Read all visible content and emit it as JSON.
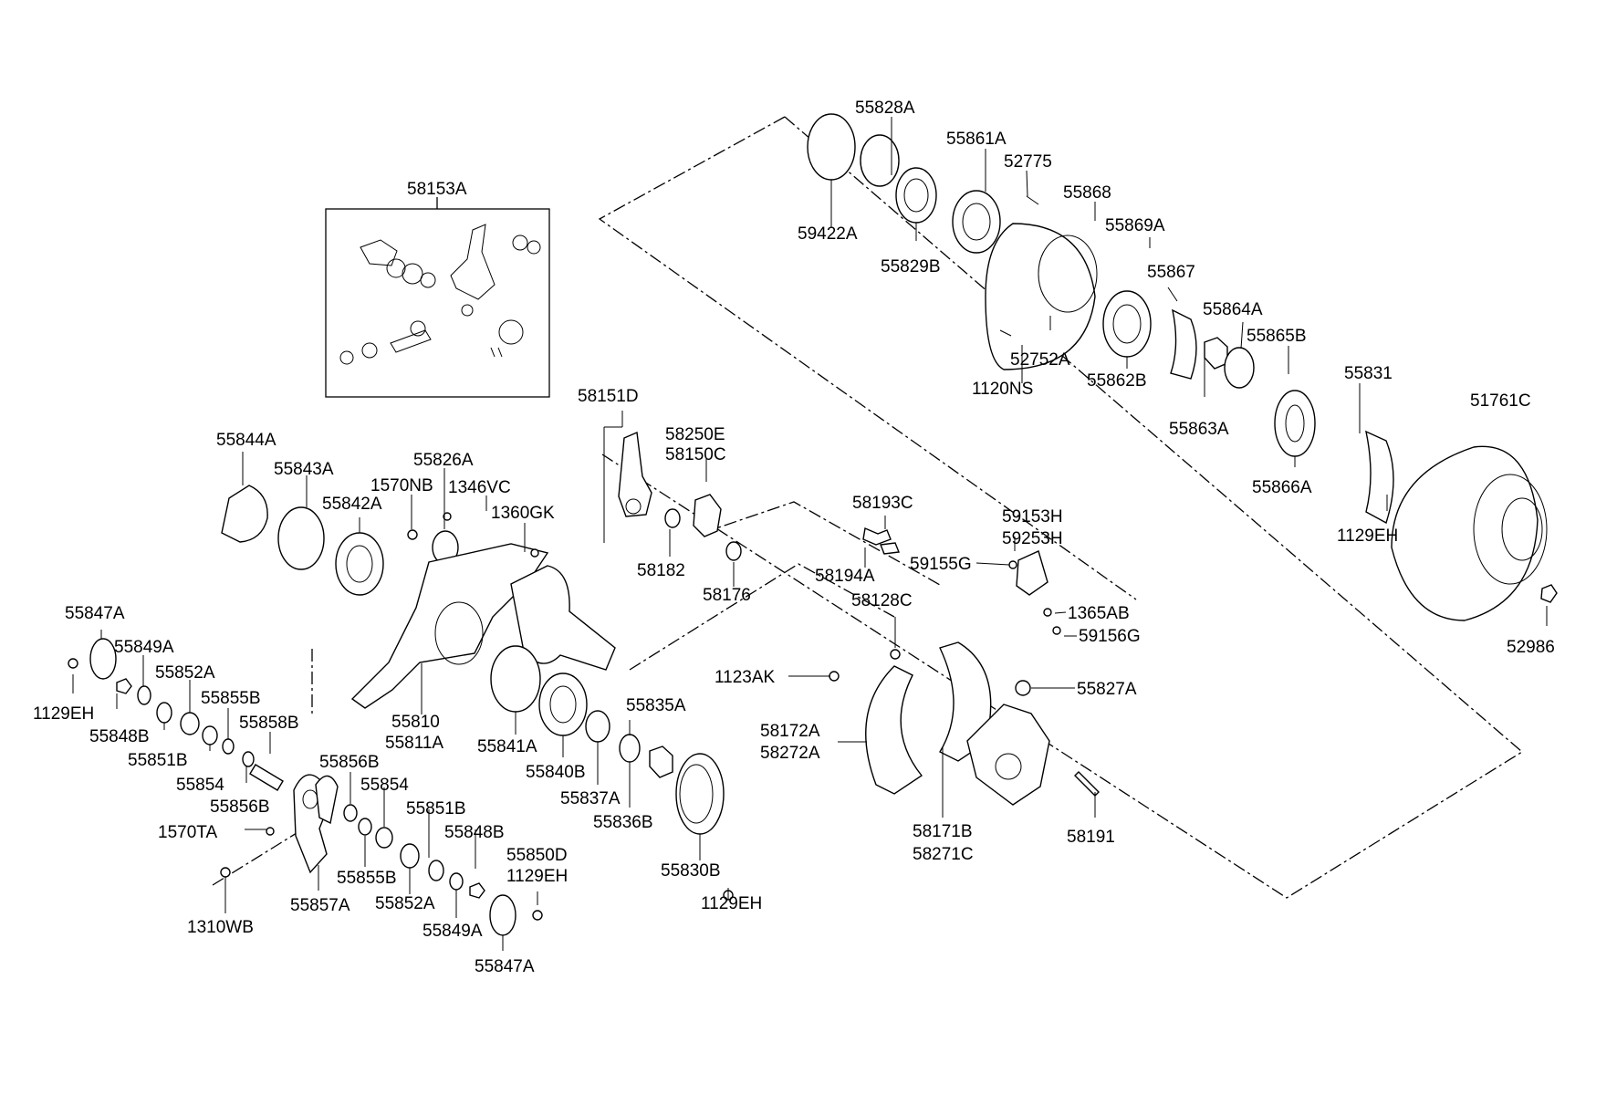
{
  "diagram": {
    "inset_title": "58153A",
    "labels": [
      {
        "id": "l1",
        "text": "55828A"
      },
      {
        "id": "l2",
        "text": "55861A"
      },
      {
        "id": "l3",
        "text": "52775"
      },
      {
        "id": "l4",
        "text": "55868"
      },
      {
        "id": "l5",
        "text": "55869A"
      },
      {
        "id": "l6",
        "text": "59422A"
      },
      {
        "id": "l7",
        "text": "55829B"
      },
      {
        "id": "l8",
        "text": "55867"
      },
      {
        "id": "l9",
        "text": "55864A"
      },
      {
        "id": "l10",
        "text": "55865B"
      },
      {
        "id": "l11",
        "text": "52752A"
      },
      {
        "id": "l12",
        "text": "1120NS"
      },
      {
        "id": "l13",
        "text": "55862B"
      },
      {
        "id": "l14",
        "text": "55831"
      },
      {
        "id": "l15",
        "text": "51761C"
      },
      {
        "id": "l16",
        "text": "55863A"
      },
      {
        "id": "l17",
        "text": "55866A"
      },
      {
        "id": "l18",
        "text": "1129EH"
      },
      {
        "id": "l19",
        "text": "52986"
      },
      {
        "id": "l20",
        "text": "58151D"
      },
      {
        "id": "l21",
        "text": "58250E"
      },
      {
        "id": "l22",
        "text": "58150C"
      },
      {
        "id": "l23",
        "text": "58182"
      },
      {
        "id": "l24",
        "text": "58176"
      },
      {
        "id": "l25",
        "text": "58193C"
      },
      {
        "id": "l26",
        "text": "58194A"
      },
      {
        "id": "l27",
        "text": "59153H"
      },
      {
        "id": "l28",
        "text": "59253H"
      },
      {
        "id": "l29",
        "text": "59155G"
      },
      {
        "id": "l30",
        "text": "58128C"
      },
      {
        "id": "l31",
        "text": "1365AB"
      },
      {
        "id": "l32",
        "text": "59156G"
      },
      {
        "id": "l33",
        "text": "55844A"
      },
      {
        "id": "l34",
        "text": "55843A"
      },
      {
        "id": "l35",
        "text": "55826A"
      },
      {
        "id": "l36",
        "text": "1570NB"
      },
      {
        "id": "l37",
        "text": "1346VC"
      },
      {
        "id": "l38",
        "text": "1360GK"
      },
      {
        "id": "l39",
        "text": "55842A"
      },
      {
        "id": "l40",
        "text": "55847A"
      },
      {
        "id": "l41",
        "text": "55849A"
      },
      {
        "id": "l42",
        "text": "55852A"
      },
      {
        "id": "l43",
        "text": "55855B"
      },
      {
        "id": "l44",
        "text": "55858B"
      },
      {
        "id": "l45",
        "text": "1129EH"
      },
      {
        "id": "l46",
        "text": "55848B"
      },
      {
        "id": "l47",
        "text": "55851B"
      },
      {
        "id": "l48",
        "text": "55854"
      },
      {
        "id": "l49",
        "text": "55856B"
      },
      {
        "id": "l50",
        "text": "55810"
      },
      {
        "id": "l51",
        "text": "55811A"
      },
      {
        "id": "l52",
        "text": "55841A"
      },
      {
        "id": "l53",
        "text": "55840B"
      },
      {
        "id": "l54",
        "text": "55835A"
      },
      {
        "id": "l55",
        "text": "55837A"
      },
      {
        "id": "l56",
        "text": "55836B"
      },
      {
        "id": "l57",
        "text": "55830B"
      },
      {
        "id": "l58",
        "text": "1129EH"
      },
      {
        "id": "l59",
        "text": "1123AK"
      },
      {
        "id": "l60",
        "text": "58172A"
      },
      {
        "id": "l61",
        "text": "58272A"
      },
      {
        "id": "l62",
        "text": "55827A"
      },
      {
        "id": "l63",
        "text": "58171B"
      },
      {
        "id": "l64",
        "text": "58271C"
      },
      {
        "id": "l65",
        "text": "58191"
      },
      {
        "id": "l66",
        "text": "55856B"
      },
      {
        "id": "l67",
        "text": "55854"
      },
      {
        "id": "l68",
        "text": "1570TA"
      },
      {
        "id": "l69",
        "text": "55851B"
      },
      {
        "id": "l70",
        "text": "55848B"
      },
      {
        "id": "l71",
        "text": "55855B"
      },
      {
        "id": "l72",
        "text": "55850D"
      },
      {
        "id": "l73",
        "text": "1129EH"
      },
      {
        "id": "l74",
        "text": "1310WB"
      },
      {
        "id": "l75",
        "text": "55857A"
      },
      {
        "id": "l76",
        "text": "55852A"
      },
      {
        "id": "l77",
        "text": "55849A"
      },
      {
        "id": "l78",
        "text": "55847A"
      }
    ]
  }
}
